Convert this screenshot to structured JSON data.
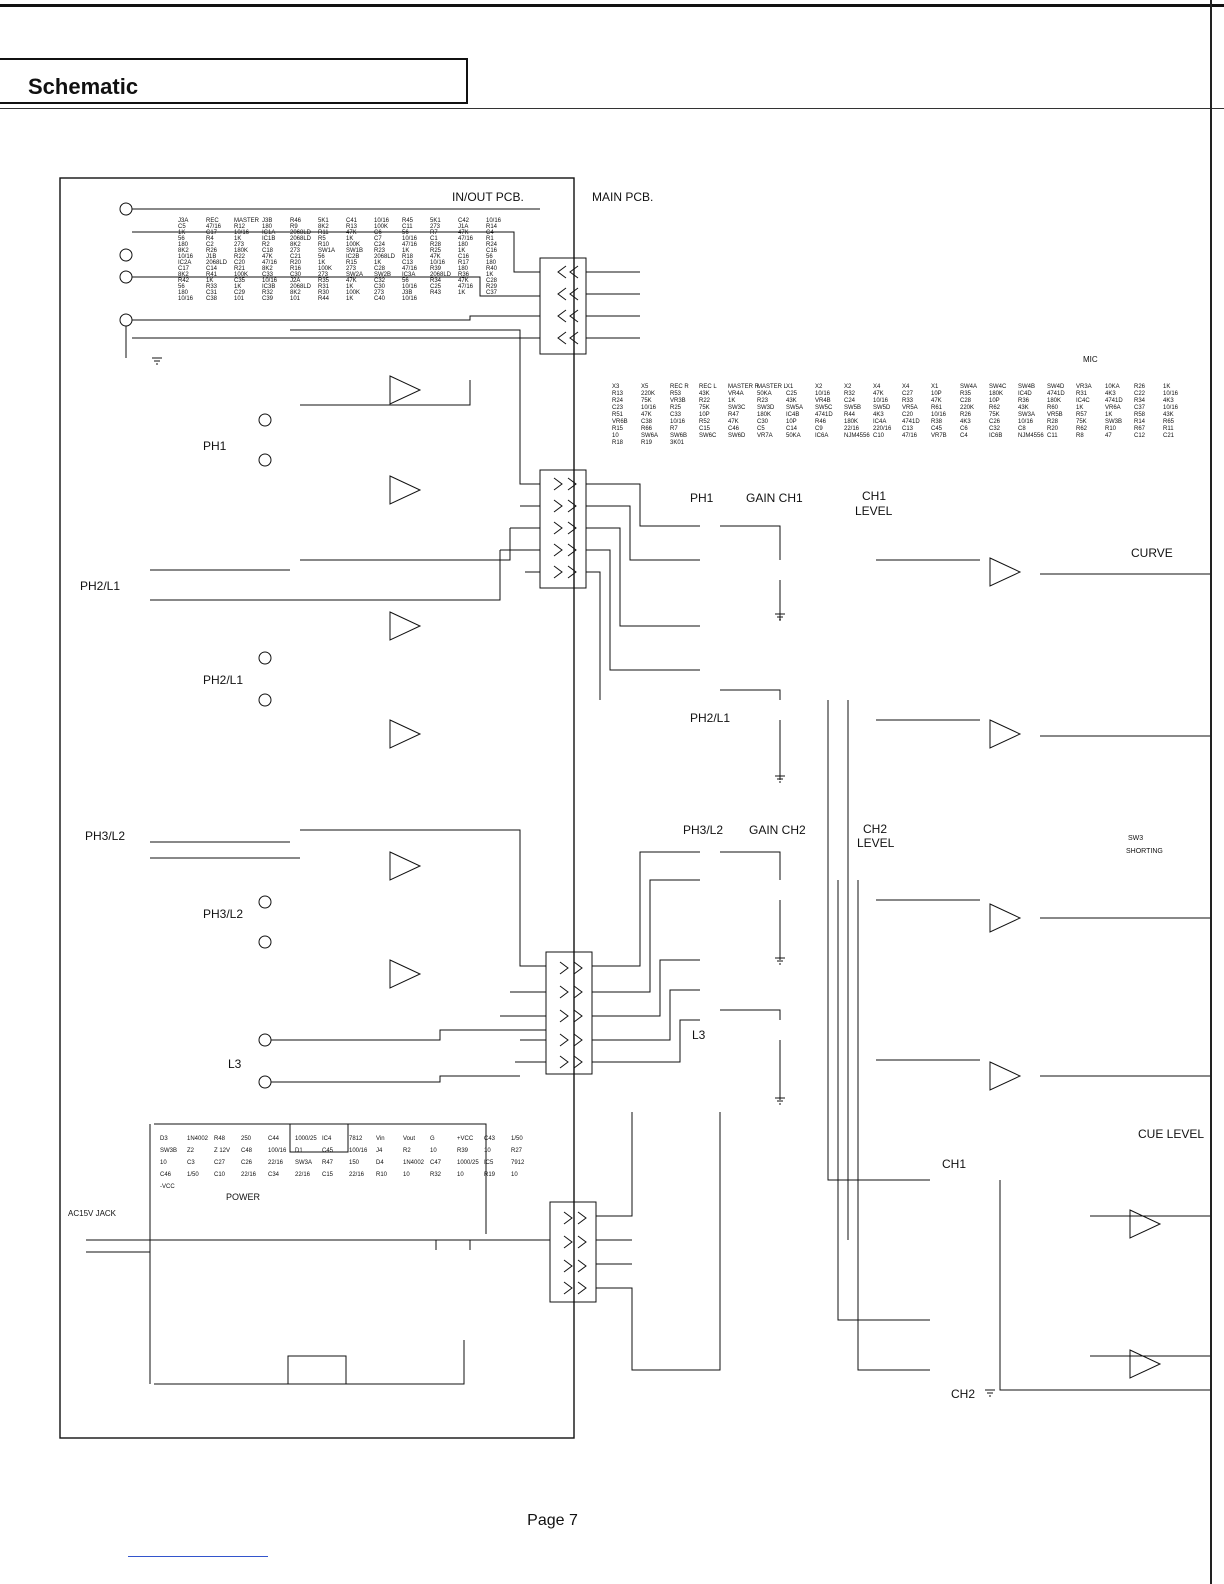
{
  "header": {
    "title": "Schematic"
  },
  "footer": {
    "page": "Page 7"
  },
  "pcb_labels": {
    "inout": "IN/OUT PCB.",
    "main": "MAIN PCB."
  },
  "section_labels": [
    "PH1",
    "PH2/L1",
    "PH2/L1",
    "PH3/L2",
    "PH3/L2",
    "L3",
    "PH1",
    "GAIN CH1",
    "CH1",
    "LEVEL",
    "CURVE",
    "PH2/L1",
    "PH3/L2",
    "GAIN CH2",
    "CH2",
    "LEVEL",
    "L3",
    "CUE LEVEL",
    "CH1",
    "CH2",
    "POWER",
    "AC15V JACK",
    "MIC",
    "SW3",
    "SHORTING"
  ],
  "components": {
    "left": [
      "J3A",
      "REC",
      "MASTER",
      "J3B",
      "R46",
      "5K1",
      "C41",
      "10/16",
      "R45",
      "5K1",
      "C42",
      "10/16",
      "C5",
      "47/16",
      "R12",
      "180",
      "R9",
      "8K2",
      "R13",
      "100K",
      "C11",
      "273",
      "J1A",
      "R14",
      "1K",
      "C17",
      "10/16",
      "IC1A",
      "2068LD",
      "R11",
      "47K",
      "C6",
      "56",
      "R7",
      "47K",
      "C4",
      "56",
      "R4",
      "1K",
      "IC1B",
      "2068LD",
      "R5",
      "1K",
      "C7",
      "10/16",
      "C1",
      "47/16",
      "R1",
      "180",
      "C2",
      "273",
      "R2",
      "8K2",
      "R10",
      "100K",
      "C24",
      "47/16",
      "R28",
      "180",
      "R24",
      "8K2",
      "R26",
      "180K",
      "C18",
      "273",
      "SW1A",
      "SW1B",
      "R23",
      "1K",
      "R25",
      "1K",
      "C16",
      "10/16",
      "J1B",
      "R22",
      "47K",
      "C21",
      "56",
      "IC2B",
      "2068LD",
      "R18",
      "47K",
      "C16",
      "56",
      "IC2A",
      "2068LD",
      "C20",
      "47/16",
      "R20",
      "1K",
      "R15",
      "1K",
      "C13",
      "10/16",
      "R17",
      "180",
      "C17",
      "C14",
      "R21",
      "8K2",
      "R16",
      "100K",
      "273",
      "C28",
      "47/16",
      "R39",
      "180",
      "R40",
      "8K2",
      "R41",
      "100K",
      "C33",
      "C30",
      "273",
      "SW2A",
      "SW2B",
      "IC3A",
      "2068LD",
      "R36",
      "1K",
      "R42",
      "1K",
      "C35",
      "10/16",
      "J2A",
      "R35",
      "47K",
      "C32",
      "56",
      "R34",
      "47K",
      "C28",
      "56",
      "R33",
      "1K",
      "IC3B",
      "2068LD",
      "R31",
      "1K",
      "C30",
      "10/16",
      "C25",
      "47/16",
      "R29",
      "180",
      "C31",
      "C29",
      "R32",
      "8K2",
      "R30",
      "100K",
      "273",
      "J3B",
      "R43",
      "1K",
      "C37",
      "10/16",
      "C38",
      "101",
      "C39",
      "101",
      "R44",
      "1K",
      "C40",
      "10/16"
    ],
    "power": [
      "D3",
      "1N4002",
      "R48",
      "250",
      "C44",
      "1000/25",
      "IC4",
      "7812",
      "Vin",
      "Vout",
      "G",
      "+VCC",
      "C43",
      "1/50",
      "SW3B",
      "Z2",
      "Z 12V",
      "C48",
      "100/16",
      "D1",
      "C45",
      "100/16",
      "J4",
      "R2",
      "10",
      "R39",
      "10",
      "R27",
      "10",
      "C3",
      "C27",
      "C26",
      "22/16",
      "SW3A",
      "R47",
      "150",
      "D4",
      "1N4002",
      "C47",
      "1000/25",
      "IC5",
      "7912",
      "C46",
      "1/50",
      "C10",
      "22/16",
      "C34",
      "22/16",
      "C15",
      "22/16",
      "R10",
      "10",
      "R32",
      "10",
      "R19",
      "10",
      "-VCC"
    ],
    "main": [
      "X3",
      "X5",
      "REC R",
      "REC L",
      "MASTER R",
      "MASTER L",
      "X1",
      "X2",
      "X2",
      "X4",
      "X4",
      "X1",
      "SW4A",
      "SW4C",
      "SW4B",
      "SW4D",
      "VR3A",
      "10KA",
      "R26",
      "1K",
      "R13",
      "220K",
      "R53",
      "43K",
      "VR4A",
      "50KA",
      "C25",
      "10/16",
      "R32",
      "47K",
      "C27",
      "10P",
      "R35",
      "180K",
      "IC4D",
      "4741D",
      "R31",
      "4K3",
      "C22",
      "10/16",
      "R24",
      "75K",
      "VR3B",
      "R22",
      "1K",
      "R23",
      "43K",
      "VR4B",
      "C24",
      "10/16",
      "R33",
      "47K",
      "C28",
      "10P",
      "R36",
      "180K",
      "IC4C",
      "4741D",
      "R34",
      "4K3",
      "C23",
      "10/16",
      "R25",
      "75K",
      "SW3C",
      "SW3D",
      "SW5A",
      "SW5C",
      "SW5B",
      "SW5D",
      "VR5A",
      "R61",
      "220K",
      "R62",
      "43K",
      "R60",
      "1K",
      "VR6A",
      "C37",
      "10/16",
      "R51",
      "47K",
      "C33",
      "10P",
      "R47",
      "180K",
      "IC4B",
      "4741D",
      "R44",
      "4K3",
      "C20",
      "10/16",
      "R26",
      "75K",
      "SW3A",
      "VR5B",
      "R57",
      "1K",
      "R58",
      "43K",
      "VR6B",
      "C38",
      "10/16",
      "R52",
      "47K",
      "C30",
      "10P",
      "R46",
      "180K",
      "IC4A",
      "4741D",
      "R38",
      "4K3",
      "C26",
      "10/16",
      "R28",
      "75K",
      "SW3B",
      "R14",
      "R65",
      "R15",
      "R66",
      "R7",
      "C15",
      "C46",
      "C5",
      "C14",
      "C9",
      "22/16",
      "220/16",
      "C13",
      "C45",
      "C6",
      "C32",
      "C8",
      "R20",
      "R62",
      "R10",
      "R67",
      "R11",
      "10",
      "SW6A",
      "SW6B",
      "SW6C",
      "SW6D",
      "VR7A",
      "50KA",
      "IC6A",
      "NJM4556",
      "C10",
      "47/16",
      "VR7B",
      "C4",
      "IC6B",
      "NJM4556",
      "C11",
      "R8",
      "47",
      "C12",
      "C21",
      "R18",
      "R19",
      "3K01"
    ]
  }
}
